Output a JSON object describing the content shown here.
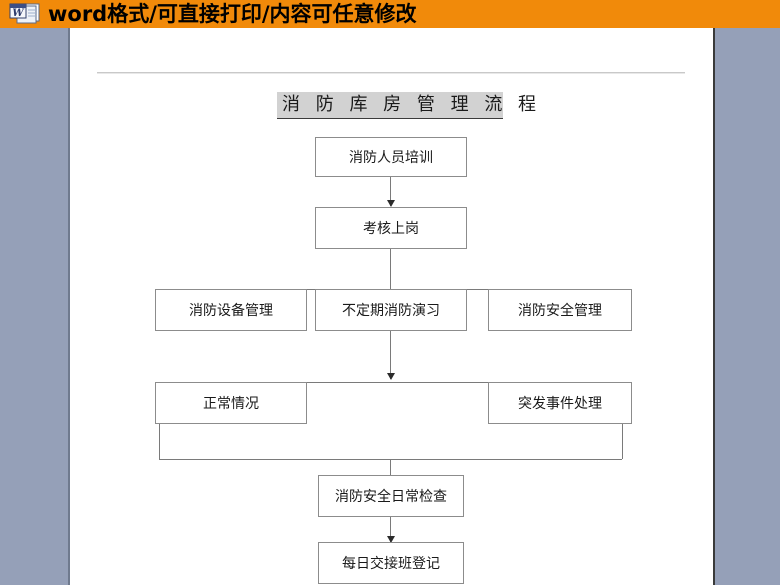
{
  "banner": {
    "text": "word格式/可直接打印/内容可任意修改",
    "icon": "word-document-icon",
    "background_color": "#F18A0A",
    "text_color": "#000000"
  },
  "document": {
    "title": "消 防 库 房 管 理 流 程",
    "title_plain": "消防库房管理流程",
    "page_background": "#FFFFFF",
    "gutter_color": "#95A0B8"
  },
  "flowchart": {
    "type": "flowchart",
    "orientation": "top-to-bottom",
    "nodes": [
      {
        "id": "n1",
        "label": "消防人员培训",
        "row": 1
      },
      {
        "id": "n2",
        "label": "考核上岗",
        "row": 2
      },
      {
        "id": "n3",
        "label": "消防设备管理",
        "row": 3
      },
      {
        "id": "n4",
        "label": "不定期消防演习",
        "row": 3
      },
      {
        "id": "n5",
        "label": "消防安全管理",
        "row": 3
      },
      {
        "id": "n6",
        "label": "正常情况",
        "row": 4
      },
      {
        "id": "n7",
        "label": "突发事件处理",
        "row": 4
      },
      {
        "id": "n8",
        "label": "消防安全日常检查",
        "row": 5
      },
      {
        "id": "n9",
        "label": "每日交接班登记",
        "row": 6
      }
    ],
    "edges": [
      {
        "from": "n1",
        "to": "n2"
      },
      {
        "from": "n2",
        "to": "n3"
      },
      {
        "from": "n2",
        "to": "n4"
      },
      {
        "from": "n2",
        "to": "n5"
      },
      {
        "from": "n4",
        "to": "n6"
      },
      {
        "from": "n4",
        "to": "n7"
      },
      {
        "from": "n6",
        "to": "n8"
      },
      {
        "from": "n7",
        "to": "n8"
      },
      {
        "from": "n8",
        "to": "n9"
      }
    ],
    "box_border_color": "#8C8C8C",
    "connector_color": "#7A7A7A"
  }
}
